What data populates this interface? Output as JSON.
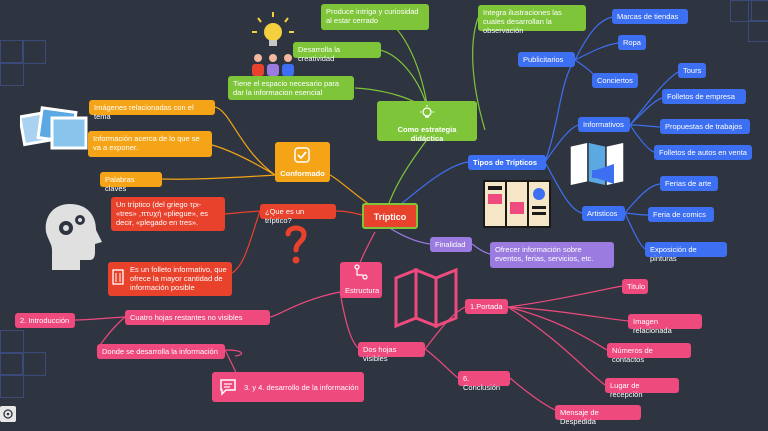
{
  "center": "Tríptico",
  "strategy": {
    "title": "Como estrategia didáctica",
    "items": [
      "Produce intriga y curiosidad al estar cerrado",
      "Desarrolla la creatividad",
      "Tiene el espacio necesario para dar la informacion esencial",
      "Integra ilustraciones las cuales desarrollan la observación"
    ]
  },
  "conformado": {
    "title": "Conformado",
    "items": [
      "Imágenes relacionadas con el tema",
      "Información acerca de lo que se va a exponer.",
      "Palabras claves"
    ]
  },
  "que_es": {
    "title": "¿Que es un tríptico?",
    "items": [
      "Un tríptico (del griego τρι- «tres» ,πτυχή «pliegue», es decir, «plegado en tres».",
      "Es un folleto informativo, que ofrece la mayor cantidad de información posible"
    ]
  },
  "tipos": {
    "title": "Tipos de Trípticos",
    "publicitarios": {
      "title": "Publicitarios",
      "items": [
        "Marcas de tiendas",
        "Ropa",
        "Conciertos"
      ]
    },
    "informativos": {
      "title": "Informativos",
      "items": [
        "Tours",
        "Folletos de empresa",
        "Propuestas de trabajos",
        "Folletos de autos en venta"
      ]
    },
    "artisticos": {
      "title": "Artisticos",
      "items": [
        "Ferias de arte",
        "Feria de comics",
        "Exposición de pinturas"
      ]
    }
  },
  "finalidad": {
    "title": "Finalidad",
    "item": "Ofrecer información sobre eventos, ferias, servicios, etc."
  },
  "estructura": {
    "title": "Estructura",
    "cuatro": "Cuatro hojas restantes no visibles",
    "intro": "2. Introducción",
    "donde": "Donde se desarrolla la información",
    "desarrollo": "3. y 4. desarrollo de la información",
    "dos": "Dos hojas visibles",
    "portada": {
      "title": "1.Portada",
      "items": [
        "Titulo",
        "Imagen relacionada",
        "Números de contactos",
        "Lugar de recepción"
      ]
    },
    "conclusion": {
      "title": "6. Conclusión",
      "item": "Mensaje de Despedida"
    }
  },
  "colors": {
    "background": "#2f3540",
    "green": "#7ec53a",
    "orange": "#f4a416",
    "red": "#e8412c",
    "blue": "#3d6ff2",
    "purple": "#9b7be0",
    "pink": "#ee4a7d"
  }
}
